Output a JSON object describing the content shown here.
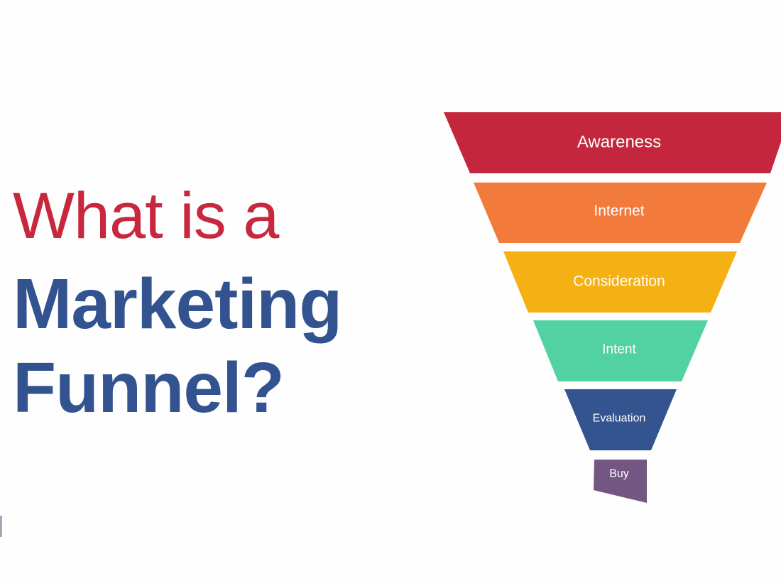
{
  "title": {
    "line1": "What is a",
    "line2": "Marketing",
    "line3": "Funnel?",
    "colors": {
      "line1": "#c8283e",
      "line2": "#32538f",
      "line3": "#32538f"
    }
  },
  "funnel": {
    "stages": [
      {
        "label": "Awareness",
        "color": "#c4273d"
      },
      {
        "label": "Internet",
        "color": "#f27a3a"
      },
      {
        "label": "Consideration",
        "color": "#f5b013"
      },
      {
        "label": "Intent",
        "color": "#52d1a2"
      },
      {
        "label": "Evaluation",
        "color": "#33548e"
      },
      {
        "label": "Buy",
        "color": "#735782"
      }
    ]
  }
}
